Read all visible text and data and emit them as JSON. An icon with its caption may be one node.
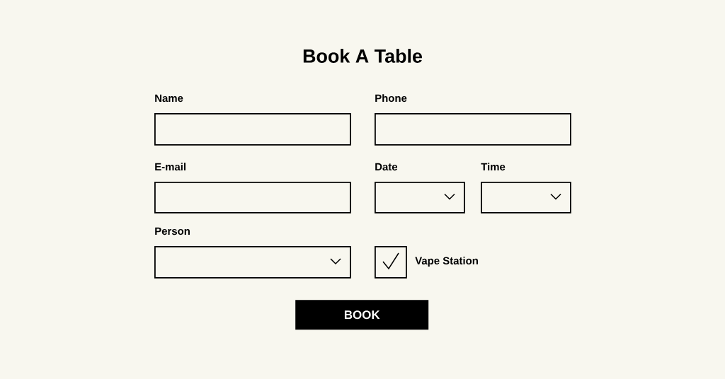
{
  "diagram": {
    "title": "Book A Table",
    "nodes": [
      {
        "text": [
          "Name"
        ]
      },
      {
        "text": [
          "Phone"
        ]
      },
      {
        "text": [
          "E-mail"
        ]
      },
      {
        "text": [
          "Date"
        ]
      },
      {
        "text": [
          "Time"
        ]
      },
      {
        "text": [
          "Person"
        ]
      },
      {
        "text": [
          "Vape Station"
        ]
      },
      {
        "text": [
          "BOOK"
        ]
      }
    ]
  }
}
